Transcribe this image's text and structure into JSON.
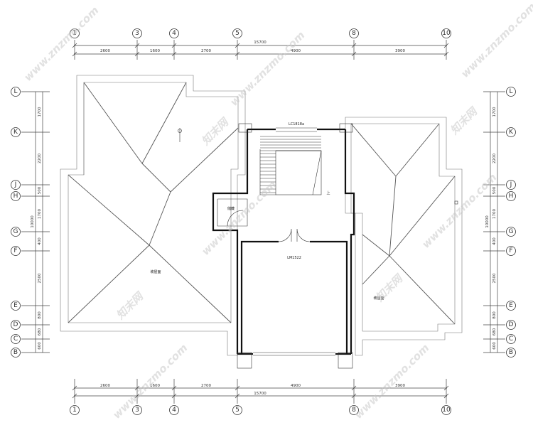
{
  "grid": {
    "top_labels": [
      "1",
      "3",
      "4",
      "5",
      "8",
      "10"
    ],
    "side_labels": [
      "L",
      "K",
      "J",
      "H",
      "G",
      "F",
      "E",
      "D",
      "C",
      "B"
    ]
  },
  "dimensions": {
    "horizontal_segments": [
      "2600",
      "1600",
      "2700",
      "4900",
      "3900"
    ],
    "horizontal_total": "15700",
    "vertical_segments": [
      "1700",
      "2200",
      "500",
      "1700",
      "400",
      "2500",
      "800",
      "680",
      "600"
    ],
    "vertical_total": "10000"
  },
  "labels": {
    "window_top": "LC1818a",
    "door": "LM1522",
    "stair": "储藏",
    "roof_left": "坡屋面",
    "roof_right": "坡屋面",
    "stair_up": "上"
  },
  "watermark": {
    "text": "www.znzmo.com",
    "brand": "知末网"
  }
}
